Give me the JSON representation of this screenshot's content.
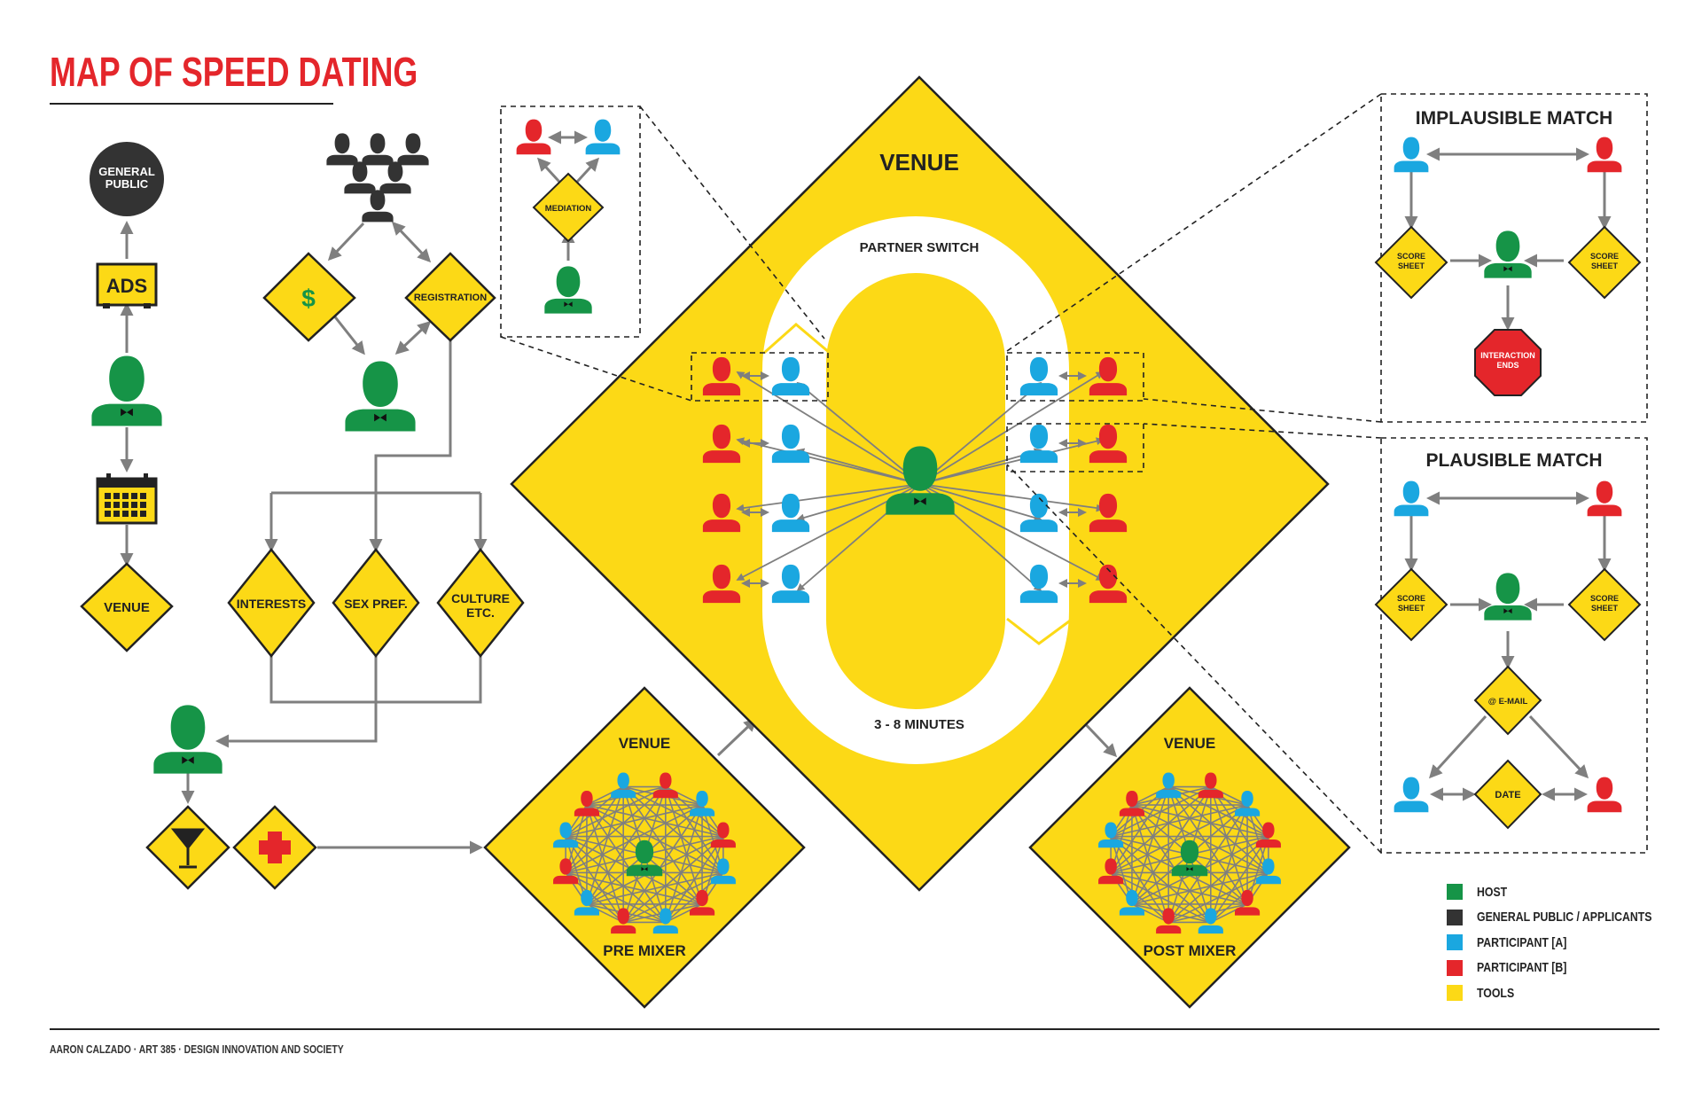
{
  "title": "MAP OF SPEED DATING",
  "footer": "AARON CALZADO · ART 385 · DESIGN INNOVATION AND SOCIETY",
  "colors": {
    "host": "#169447",
    "public": "#333333",
    "participant_a": "#1aa7e0",
    "participant_b": "#e4262b",
    "tools": "#fcd916",
    "line": "#7f7f7f"
  },
  "left_flow": {
    "general_public": "GENERAL PUBLIC",
    "ads": "ADS",
    "venue": "VENUE"
  },
  "registration_flow": {
    "payment_symbol": "$",
    "registration": "REGISTRATION",
    "interests": "INTERESTS",
    "sex_pref": "SEX PREF.",
    "culture": "CULTURE ETC."
  },
  "mediation_box": {
    "mediation": "MEDIATION"
  },
  "main_venue": {
    "title": "VENUE",
    "partner_switch": "PARTNER SWITCH",
    "duration": "3 - 8 MINUTES"
  },
  "pre_mixer": {
    "venue": "VENUE",
    "label": "PRE MIXER"
  },
  "post_mixer": {
    "venue": "VENUE",
    "label": "POST MIXER"
  },
  "implausible_match": {
    "title": "IMPLAUSIBLE MATCH",
    "score_sheet": "SCORE SHEET",
    "interaction_ends": "INTERACTION ENDS"
  },
  "plausible_match": {
    "title": "PLAUSIBLE MATCH",
    "score_sheet": "SCORE SHEET",
    "email": "@ E-MAIL",
    "date": "DATE"
  },
  "legend": [
    {
      "label": "HOST",
      "color": "#169447"
    },
    {
      "label": "GENERAL PUBLIC / APPLICANTS",
      "color": "#333333"
    },
    {
      "label": "PARTICIPANT [A]",
      "color": "#1aa7e0"
    },
    {
      "label": "PARTICIPANT [B]",
      "color": "#e4262b"
    },
    {
      "label": "TOOLS",
      "color": "#fcd916"
    }
  ]
}
